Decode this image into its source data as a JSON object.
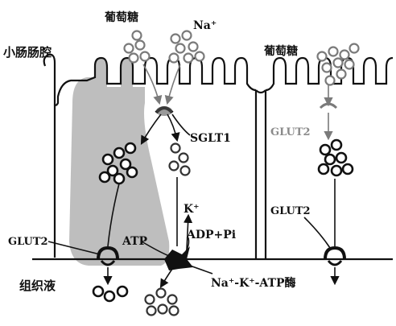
{
  "labels": {
    "lumen": "小肠肠腔",
    "glucose_left": "葡萄糖",
    "sodium": "Na⁺",
    "glucose_right": "葡萄糖",
    "sglt1": "SGLT1",
    "glut2_apical": "GLUT2",
    "potassium": "K⁺",
    "atp": "ATP",
    "adp_pi": "ADP+Pi",
    "glut2_left": "GLUT2",
    "glut2_right": "GLUT2",
    "interstitial": "组织液",
    "pump": "Na⁺-K⁺-ATP酶"
  },
  "colors": {
    "cell_shade": "#b3b3b3",
    "line": "#111111",
    "faded": "#8a8a8a"
  }
}
